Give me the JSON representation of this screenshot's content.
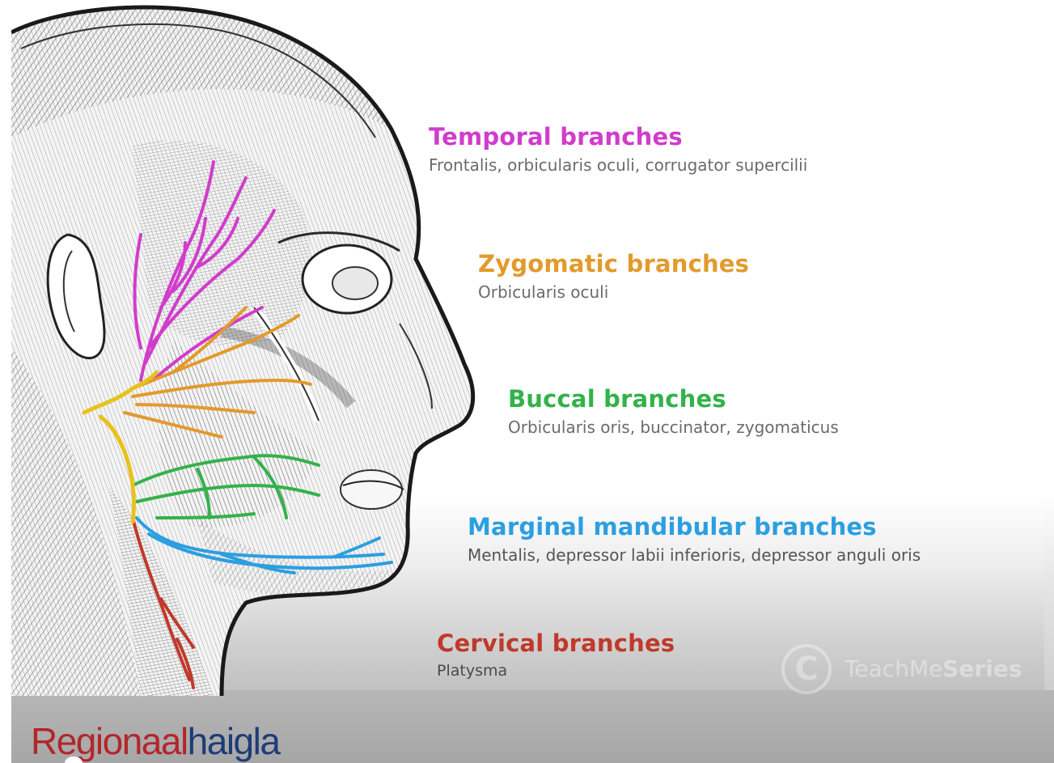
{
  "branches": [
    {
      "title": "Temporal branches",
      "muscles": "Frontalis, orbicularis oculi, corrugator supercilii",
      "color": "#d13ccb"
    },
    {
      "title": "Zygomatic branches",
      "muscles": "Orbicularis oculi",
      "color": "#e39a2b"
    },
    {
      "title": "Buccal branches",
      "muscles": "Orbicularis oris, buccinator, zygomaticus",
      "color": "#33b24a"
    },
    {
      "title": "Marginal mandibular branches",
      "muscles": "Mentalis, depressor labii inferioris, depressor anguli oris",
      "color": "#2b9fe0"
    },
    {
      "title": "Cervical branches",
      "muscles": "Platysma",
      "color": "#c0392b"
    }
  ],
  "watermark": {
    "symbol": "C",
    "text_light": "TeachMe",
    "text_bold": "Series"
  },
  "logo": {
    "part1": "Regionaal",
    "part2": "haigla",
    "color1": "#b3262b",
    "color2": "#1d3c78"
  },
  "nerve_trunk_color": "#e8c21c"
}
